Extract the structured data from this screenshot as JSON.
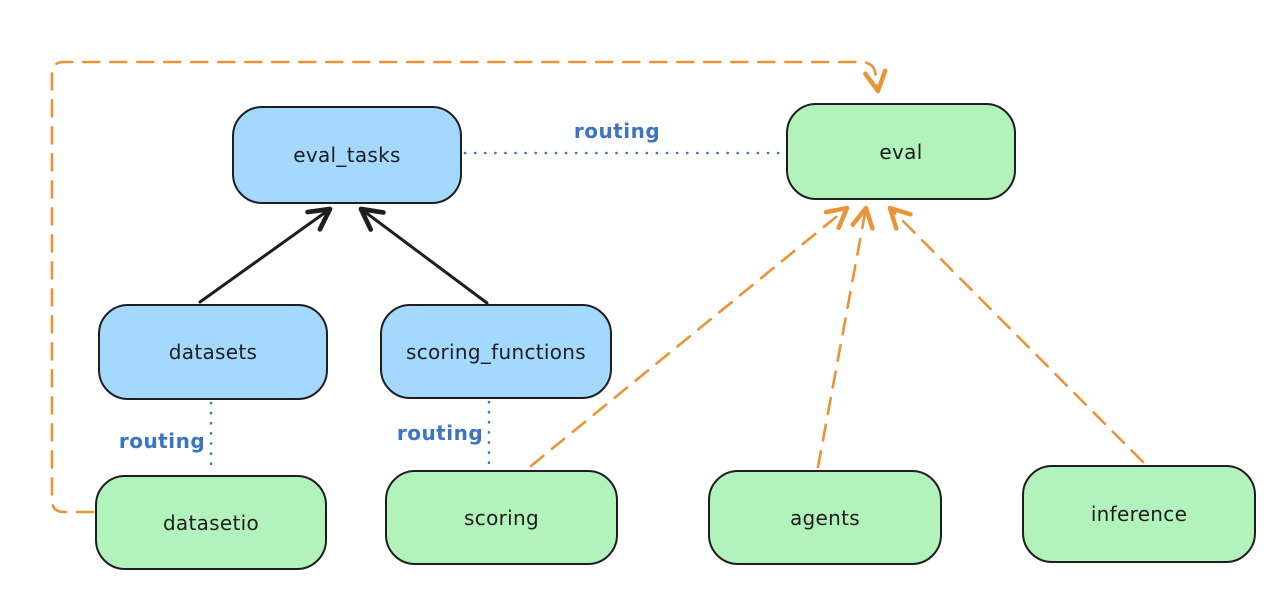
{
  "diagram": {
    "colors": {
      "stroke": "#1e1e1e",
      "blue_box_fill": "#a5d8ff",
      "green_box_fill": "#b2f2bb",
      "orange_dashed": "#eb9337",
      "blue_routing": "#3b74c4",
      "background": "#ffffff"
    },
    "nodes": [
      {
        "id": "eval_tasks",
        "label": "eval_tasks",
        "color": "blue"
      },
      {
        "id": "eval",
        "label": "eval",
        "color": "green"
      },
      {
        "id": "datasets",
        "label": "datasets",
        "color": "blue"
      },
      {
        "id": "scoring_functions",
        "label": "scoring_functions",
        "color": "blue"
      },
      {
        "id": "datasetio",
        "label": "datasetio",
        "color": "green"
      },
      {
        "id": "scoring",
        "label": "scoring",
        "color": "green"
      },
      {
        "id": "agents",
        "label": "agents",
        "color": "green"
      },
      {
        "id": "inference",
        "label": "inference",
        "color": "green"
      }
    ],
    "edges": [
      {
        "from": "datasets",
        "to": "eval_tasks",
        "style": "solid",
        "color": "black",
        "arrow": true,
        "label": ""
      },
      {
        "from": "scoring_functions",
        "to": "eval_tasks",
        "style": "solid",
        "color": "black",
        "arrow": true,
        "label": ""
      },
      {
        "from": "eval_tasks",
        "to": "eval",
        "style": "dotted",
        "color": "blue",
        "arrow": false,
        "label": "routing"
      },
      {
        "from": "datasets",
        "to": "datasetio",
        "style": "dotted",
        "color": "blue",
        "arrow": false,
        "label": "routing"
      },
      {
        "from": "scoring_functions",
        "to": "scoring",
        "style": "dotted",
        "color": "blue",
        "arrow": false,
        "label": "routing"
      },
      {
        "from": "datasetio",
        "to": "eval",
        "style": "dashed",
        "color": "orange",
        "arrow": true,
        "label": ""
      },
      {
        "from": "scoring",
        "to": "eval",
        "style": "dashed",
        "color": "orange",
        "arrow": true,
        "label": ""
      },
      {
        "from": "agents",
        "to": "eval",
        "style": "dashed",
        "color": "orange",
        "arrow": true,
        "label": ""
      },
      {
        "from": "inference",
        "to": "eval",
        "style": "dashed",
        "color": "orange",
        "arrow": true,
        "label": ""
      }
    ]
  }
}
